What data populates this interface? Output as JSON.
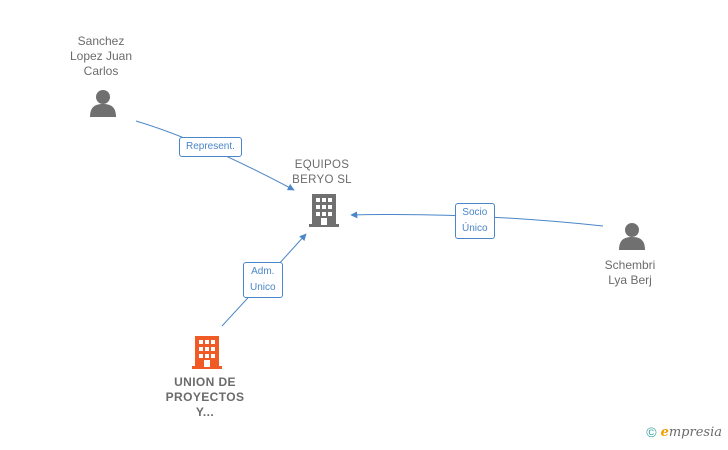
{
  "nodes": {
    "sanchez": {
      "label": "Sanchez\nLopez Juan\nCarlos",
      "icon": "person-icon"
    },
    "equipos": {
      "label": "EQUIPOS\nBERYO SL",
      "icon": "building-icon"
    },
    "schembri": {
      "label": "Schembri\nLya Berj",
      "icon": "person-icon"
    },
    "union": {
      "label": "UNION DE\nPROYECTOS\nY...",
      "icon": "building-icon",
      "color": "#f05a24"
    }
  },
  "edges": {
    "represent": {
      "label": "Represent."
    },
    "socio": {
      "label": "Socio\nÚnico"
    },
    "adm": {
      "label": "Adm.\nUnico"
    }
  },
  "colors": {
    "edge": "#4a86c8",
    "icon_gray": "#707070",
    "accent": "#f05a24"
  },
  "footer": {
    "copyright": "©",
    "brand_e": "e",
    "brand_rest": "mpresia"
  }
}
